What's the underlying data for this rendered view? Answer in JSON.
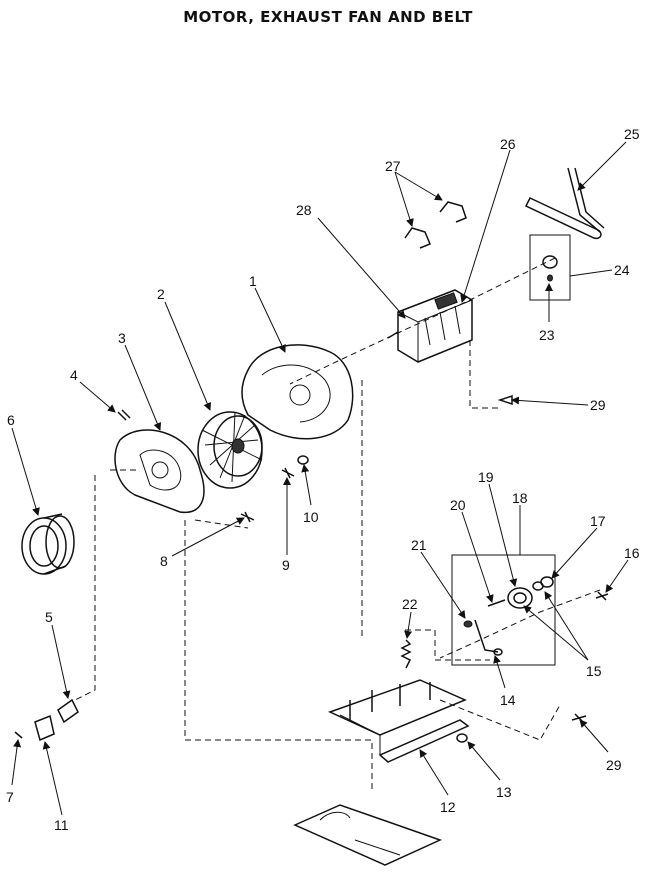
{
  "title": "MOTOR, EXHAUST FAN AND BELT",
  "callouts": [
    "1",
    "2",
    "3",
    "4",
    "5",
    "6",
    "7",
    "8",
    "9",
    "10",
    "11",
    "12",
    "13",
    "14",
    "15",
    "16",
    "17",
    "18",
    "19",
    "20",
    "21",
    "22",
    "23",
    "24",
    "25",
    "26",
    "27",
    "28",
    "29",
    "29"
  ]
}
